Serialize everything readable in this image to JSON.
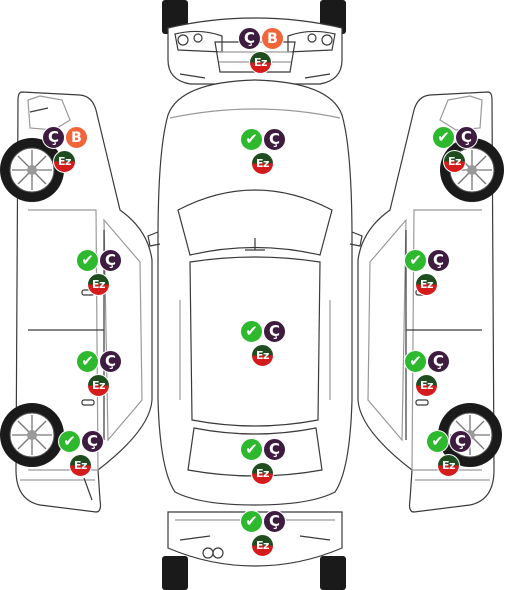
{
  "colors": {
    "outline": "#3a3a3a",
    "light_line": "#9a9a9a",
    "tire": "#1a1a1a",
    "check": "#2eb82e",
    "cizik": "#3d1c3f",
    "boya": "#f0663a",
    "ezik_top": "#1f4d1f",
    "ezik_bottom": "#d41c1c"
  },
  "legend_glyphs": {
    "check": "✔",
    "cizik": "Ç",
    "boya": "B",
    "ezik": "Ez"
  },
  "panels": [
    {
      "name": "front-bumper",
      "marks": [
        "cizik",
        "boya",
        "ezik"
      ]
    },
    {
      "name": "hood",
      "marks": [
        "check",
        "cizik",
        "ezik"
      ]
    },
    {
      "name": "roof",
      "marks": [
        "check",
        "cizik",
        "ezik"
      ]
    },
    {
      "name": "trunk",
      "marks": [
        "check",
        "cizik",
        "ezik"
      ]
    },
    {
      "name": "rear-bumper",
      "marks": [
        "check",
        "cizik",
        "ezik"
      ]
    },
    {
      "name": "left-front-fender",
      "marks": [
        "cizik",
        "boya",
        "ezik"
      ]
    },
    {
      "name": "left-front-door",
      "marks": [
        "check",
        "cizik",
        "ezik"
      ]
    },
    {
      "name": "left-rear-door",
      "marks": [
        "check",
        "cizik",
        "ezik"
      ]
    },
    {
      "name": "left-rear-fender",
      "marks": [
        "check",
        "cizik",
        "ezik"
      ]
    },
    {
      "name": "right-front-fender",
      "marks": [
        "check",
        "cizik",
        "ezik"
      ]
    },
    {
      "name": "right-front-door",
      "marks": [
        "check",
        "cizik",
        "ezik"
      ]
    },
    {
      "name": "right-rear-door",
      "marks": [
        "check",
        "cizik",
        "ezik"
      ]
    },
    {
      "name": "right-rear-fender",
      "marks": [
        "check",
        "cizik",
        "ezik"
      ]
    }
  ]
}
